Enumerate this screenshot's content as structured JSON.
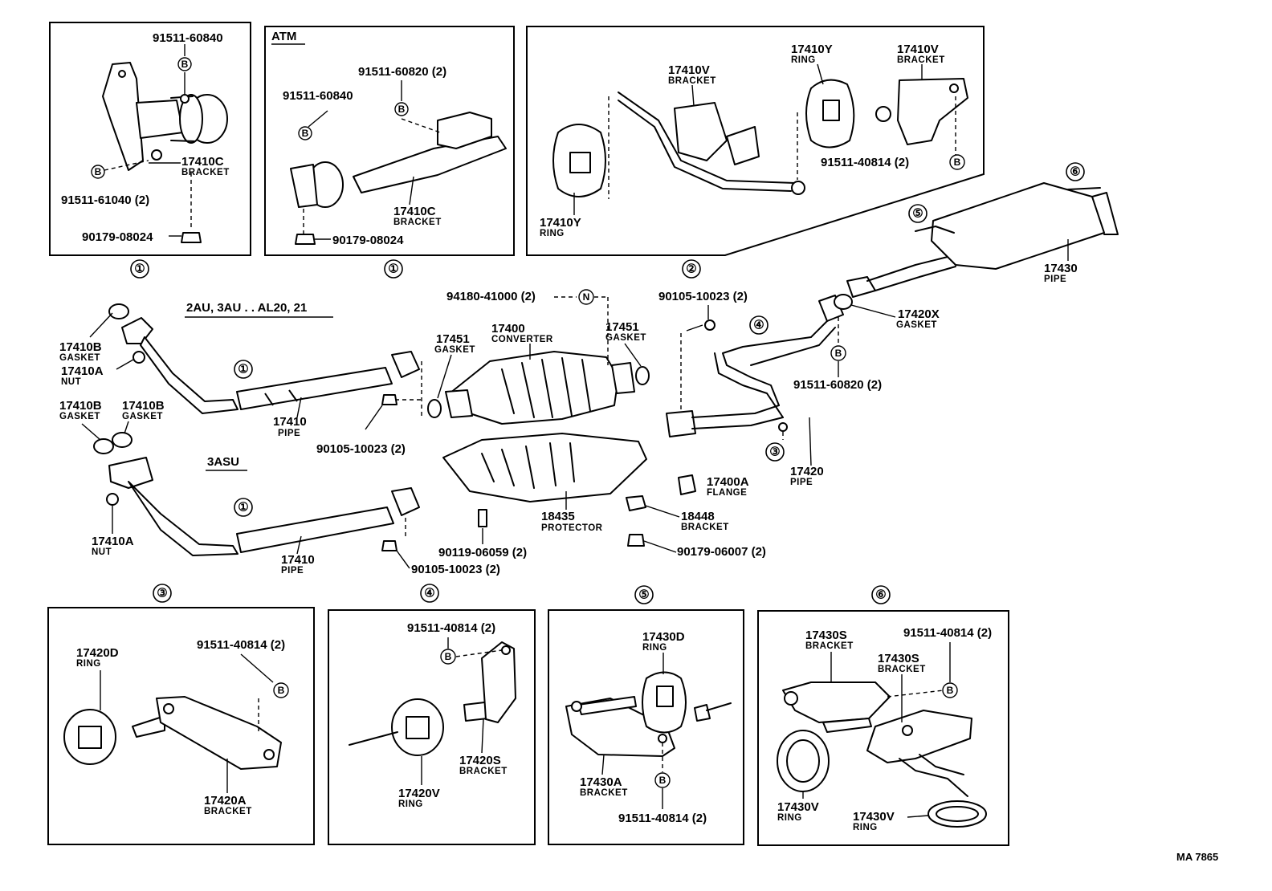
{
  "diagram": {
    "drawing_code": "MA 7865",
    "panels": [
      {
        "id": "p1a",
        "ref": "①",
        "labels": {
          "bolt_top": "91511-60840",
          "bracket_no": "17410C",
          "bracket_name": "BRACKET",
          "bolt_bottom": "91511-61040 (2)",
          "nut": "90179-08024"
        }
      },
      {
        "id": "p1b",
        "ref": "①",
        "title": "ATM",
        "labels": {
          "bolt_right": "91511-60820 (2)",
          "bolt_left": "91511-60840",
          "bracket_no": "17410C",
          "bracket_name": "BRACKET",
          "nut": "90179-08024"
        }
      },
      {
        "id": "p2",
        "ref": "②",
        "labels": {
          "bracket_mid_no": "17410V",
          "bracket_mid_name": "BRACKET",
          "ring_top_no": "17410Y",
          "ring_top_name": "RING",
          "bracket_right_no": "17410V",
          "bracket_right_name": "BRACKET",
          "bolt": "91511-40814 (2)",
          "ring_left_no": "17410Y",
          "ring_left_name": "RING"
        }
      },
      {
        "id": "p3",
        "ref": "③",
        "labels": {
          "ring_no": "17420D",
          "ring_name": "RING",
          "bolt": "91511-40814 (2)",
          "bracket_no": "17420A",
          "bracket_name": "BRACKET"
        }
      },
      {
        "id": "p4",
        "ref": "④",
        "labels": {
          "bolt": "91511-40814 (2)",
          "bracket_no": "17420S",
          "bracket_name": "BRACKET",
          "ring_no": "17420V",
          "ring_name": "RING"
        }
      },
      {
        "id": "p5",
        "ref": "⑤",
        "labels": {
          "ring_no": "17430D",
          "ring_name": "RING",
          "bracket_no": "17430A",
          "bracket_name": "BRACKET",
          "bolt": "91511-40814 (2)"
        }
      },
      {
        "id": "p6",
        "ref": "⑥",
        "labels": {
          "bracket1_no": "17430S",
          "bracket1_name": "BRACKET",
          "bolt": "91511-40814 (2)",
          "bracket2_no": "17430S",
          "bracket2_name": "BRACKET",
          "ring1_no": "17430V",
          "ring1_name": "RING",
          "ring2_no": "17430V",
          "ring2_name": "RING"
        }
      }
    ],
    "main": {
      "variant_top": "2AU, 3AU . . AL20, 21",
      "variant_bottom": "3ASU",
      "gasket_top_no": "17410B",
      "gasket_top_name": "GASKET",
      "nut_top_no": "17410A",
      "nut_top_name": "NUT",
      "gasket_b1_no": "17410B",
      "gasket_b1_name": "GASKET",
      "gasket_b2_no": "17410B",
      "gasket_b2_name": "GASKET",
      "nut_bottom_no": "17410A",
      "nut_bottom_name": "NUT",
      "pipe_top_no": "17410",
      "pipe_top_name": "PIPE",
      "pipe_bottom_no": "17410",
      "pipe_bottom_name": "PIPE",
      "bolt_top": "90105-10023 (2)",
      "bolt_bottom": "90105-10023 (2)",
      "gasket_l_no": "17451",
      "gasket_l_name": "GASKET",
      "converter_no": "17400",
      "converter_name": "CONVERTER",
      "nut_n": "94180-41000 (2)",
      "gasket_r_no": "17451",
      "gasket_r_name": "GASKET",
      "bolt_right": "90105-10023 (2)",
      "protector_no": "18435",
      "protector_name": "PROTECTOR",
      "stud": "90119-06059 (2)",
      "flange_no": "17400A",
      "flange_name": "FLANGE",
      "bracket_no": "18448",
      "bracket_name": "BRACKET",
      "nut_small": "90179-06007 (2)",
      "pipe_front_no": "17420",
      "pipe_front_name": "PIPE",
      "bolt_b": "91511-60820 (2)",
      "gasket_x_no": "17420X",
      "gasket_x_name": "GASKET",
      "muffler_no": "17430",
      "muffler_name": "PIPE"
    },
    "refs": {
      "r1": "①",
      "r2": "②",
      "r3": "③",
      "r4": "④",
      "r5": "⑤",
      "r6": "⑥"
    },
    "letters": {
      "b": "B",
      "n": "N"
    }
  }
}
